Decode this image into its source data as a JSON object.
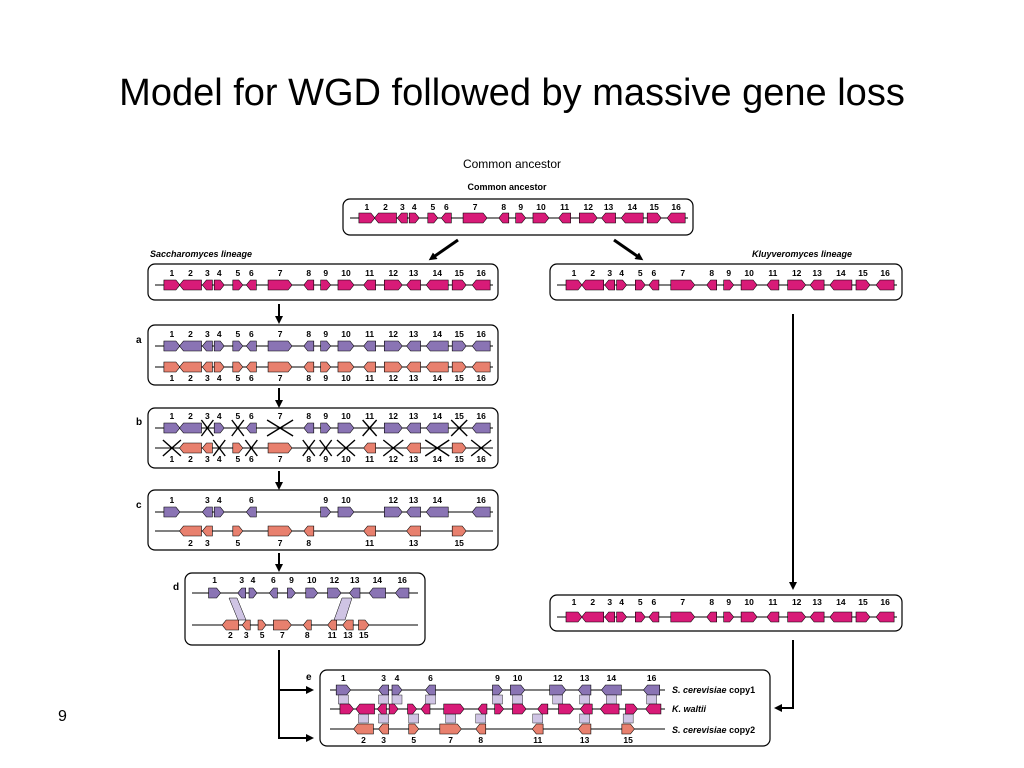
{
  "slide": {
    "title": "Model for WGD followed by massive gene loss",
    "caption": "Common ancestor",
    "page_number": "9"
  },
  "colors": {
    "magenta": "#d81b78",
    "purple": "#8a74b4",
    "salmon": "#e8806e",
    "light_purple": "#cfc4e4",
    "line": "#000000",
    "box_border": "#000000"
  },
  "icons": [
    "arrow-right-icon",
    "arrow-left-icon",
    "cross-out-icon"
  ],
  "figure": {
    "ancestor_title": "Common ancestor",
    "saccharomyces_lineage": "Saccharomyces lineage",
    "kluyveromyces_lineage": "Kluyveromyces lineage",
    "step_labels": [
      "a",
      "b",
      "c",
      "d",
      "e"
    ],
    "genes_1_16": [
      "1",
      "2",
      "3",
      "4",
      "5",
      "6",
      "7",
      "8",
      "9",
      "10",
      "11",
      "12",
      "13",
      "14",
      "15",
      "16"
    ],
    "stage_c": {
      "top_labels": [
        "1",
        "3",
        "4",
        "6",
        "9",
        "10",
        "12",
        "13",
        "14",
        "16"
      ],
      "bottom_labels": [
        "2",
        "3",
        "5",
        "7",
        "8",
        "11",
        "13",
        "15"
      ]
    },
    "stage_d": {
      "top_labels": [
        "1",
        "3",
        "4",
        "6",
        "9",
        "10",
        "12",
        "13",
        "14",
        "16"
      ],
      "bottom_labels": [
        "2",
        "3",
        "5",
        "7",
        "8",
        "11",
        "13",
        "15"
      ]
    },
    "stage_e": {
      "top_labels": [
        "1",
        "3",
        "4",
        "6",
        "9",
        "10",
        "12",
        "13",
        "14",
        "16"
      ],
      "bottom_labels": [
        "2",
        "3",
        "5",
        "7",
        "8",
        "11",
        "13",
        "15"
      ],
      "track_labels": {
        "copy1_species": "S. cerevisiae",
        "copy1_suffix": "copy1",
        "middle_species": "K. waltii",
        "copy2_species": "S. cerevisiae",
        "copy2_suffix": "copy2"
      }
    }
  }
}
